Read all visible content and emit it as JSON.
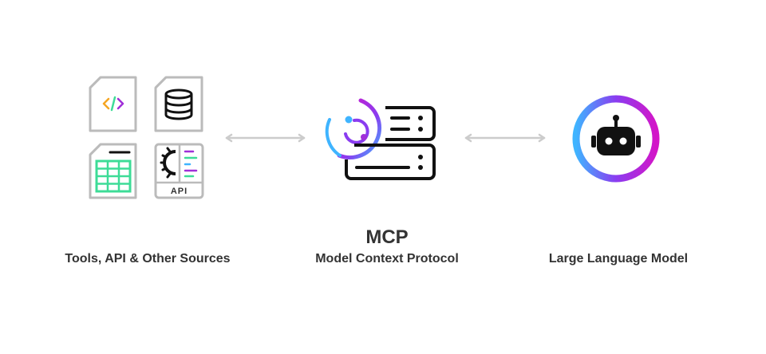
{
  "sources": {
    "label": "Tools, API & Other Sources",
    "icons": [
      "code-file-icon",
      "database-icon",
      "spreadsheet-icon",
      "api-icon"
    ],
    "api_text": "API"
  },
  "mcp": {
    "title": "MCP",
    "subtitle": "Model Context Protocol",
    "icon": "mcp-server-icon"
  },
  "llm": {
    "label": "Large Language Model",
    "icon": "robot-icon"
  },
  "colors": {
    "text": "#333333",
    "icon_stroke": "#111111",
    "doc_border": "#bbbbbb",
    "arrow": "#cccccc",
    "sheet_green": "#3ddc97",
    "code_orange": "#f5a623",
    "code_purple": "#a030d8",
    "gradient_start": "#3fb4ff",
    "gradient_mid": "#8a3cf0",
    "gradient_end": "#d316c8"
  }
}
